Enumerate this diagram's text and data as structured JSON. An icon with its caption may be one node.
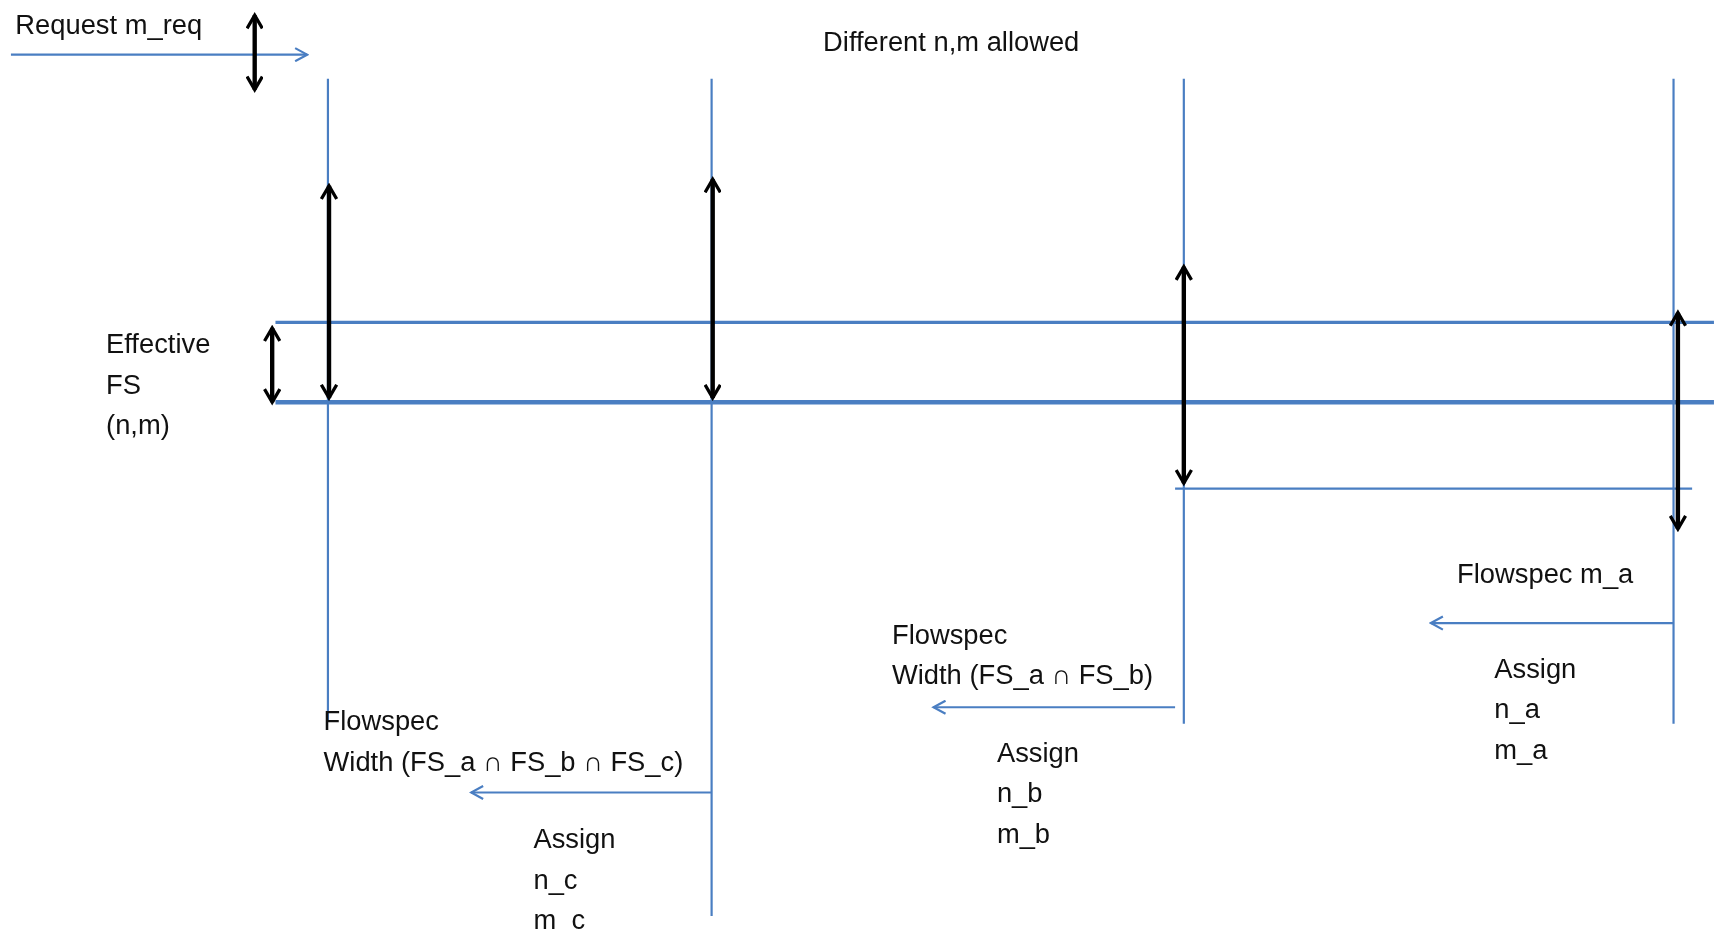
{
  "diagram": {
    "labels": [
      "Request m_req",
      "Different n,m allowed",
      "Effective FS (n,m)",
      "Flowspec m_a",
      "Flowspec Width (FS_a ∩ FS_b)",
      "Assign n_a m_a",
      "Flowspec Width (FS_a ∩ FS_b ∩ FS_c)",
      "Assign n_b m_b",
      "Assign n_c m_c"
    ]
  }
}
